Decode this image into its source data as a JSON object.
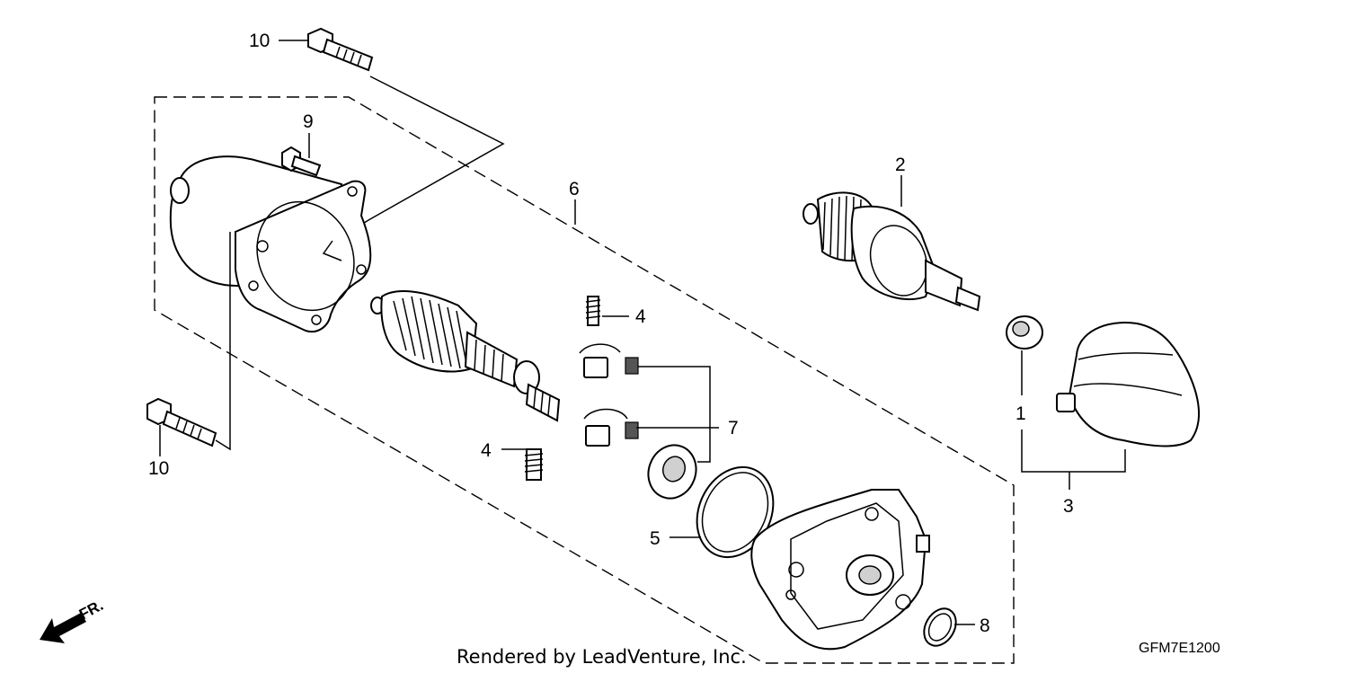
{
  "diagram": {
    "callouts": {
      "p1": "1",
      "p2": "2",
      "p3": "3",
      "p4_upper": "4",
      "p4_lower": "4",
      "p5": "5",
      "p6": "6",
      "p7": "7",
      "p8": "8",
      "p9": "9",
      "p10_upper": "10",
      "p10_lower": "10"
    },
    "direction_label": "FR.",
    "credit": "Rendered by LeadVenture, Inc.",
    "diagram_code": "GFM7E1200"
  }
}
